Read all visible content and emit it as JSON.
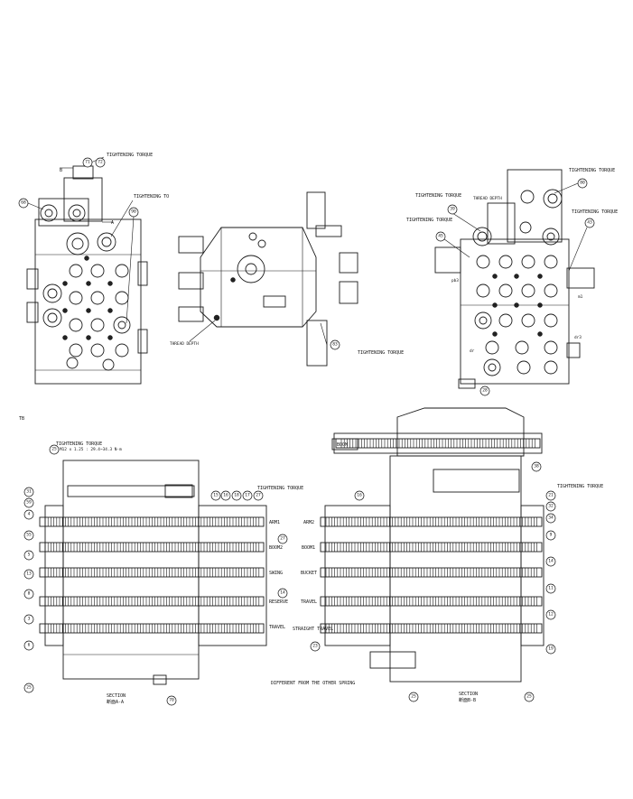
{
  "labels": {
    "tt1": "TIGHTENING TORQUE",
    "tt2": "TIGHTENING TO",
    "tt3": "TIGHTENING TORQUE",
    "tt4": "TIGHTENING TORQUE",
    "tt5": "TIGHTENING TORQUE",
    "tt6": "TIGHTENING TORQUE",
    "tt7": "TIGHTENING TORQUE",
    "tt8": "TIGHTENING TORQUE",
    "tt9": "TIGHTENING TORQUE",
    "tt10": "TIGHTENING TORQUE",
    "thread_depth1": "THREAD DEPTH",
    "thread_depth2": "THREAD DEPTH",
    "torque_spec": "M12 x 1.25 : 29.4~34.3 N·m",
    "boom": "BOOM",
    "arm1": "ARM1",
    "arm2": "ARM2",
    "boom2": "BOOM2",
    "boom1": "BOOM1",
    "swing": "SWING",
    "reserve": "RESERVE",
    "bucket": "BUCKET",
    "travel_l": "TRAVEL",
    "travel_r": "TRAVEL",
    "straight_travel": "STRAIGHT TRAVEL",
    "diff": "DIFFERENT FROM THE OTHER SPRING",
    "section": "SECTION",
    "section_a": "断面A-A",
    "section_b": "断面B-B",
    "mark_tb": "TB",
    "mark_b": "B",
    "mark_a": "A",
    "mark_mb": "m1",
    "mark_da": "dr3",
    "mark_pb": "pb3",
    "mark_dr": "dr"
  },
  "balloons": {
    "b71": "71",
    "b72": "72",
    "b68": "68",
    "b90": "90",
    "b83": "83",
    "b80": "80",
    "b39": "39",
    "b45": "45",
    "b43": "43",
    "b25a": "25",
    "b31a": "31",
    "b59": "59",
    "b4": "4",
    "b55": "55",
    "b5": "5",
    "b13": "13",
    "b8": "8",
    "b3": "3",
    "b6": "6",
    "b25b": "25",
    "b70": "70",
    "b15": "15",
    "b16": "16",
    "b18": "18",
    "b17": "17",
    "b27": "27",
    "b27b": "27",
    "b14": "14",
    "b28": "28",
    "b38": "38",
    "b21": "21",
    "b32": "32",
    "b34": "34",
    "b9": "9",
    "b14b": "14",
    "b11": "11",
    "b12": "12",
    "b19": "19",
    "b16b": "16",
    "b23": "23",
    "b25c": "25",
    "b25d": "25"
  }
}
